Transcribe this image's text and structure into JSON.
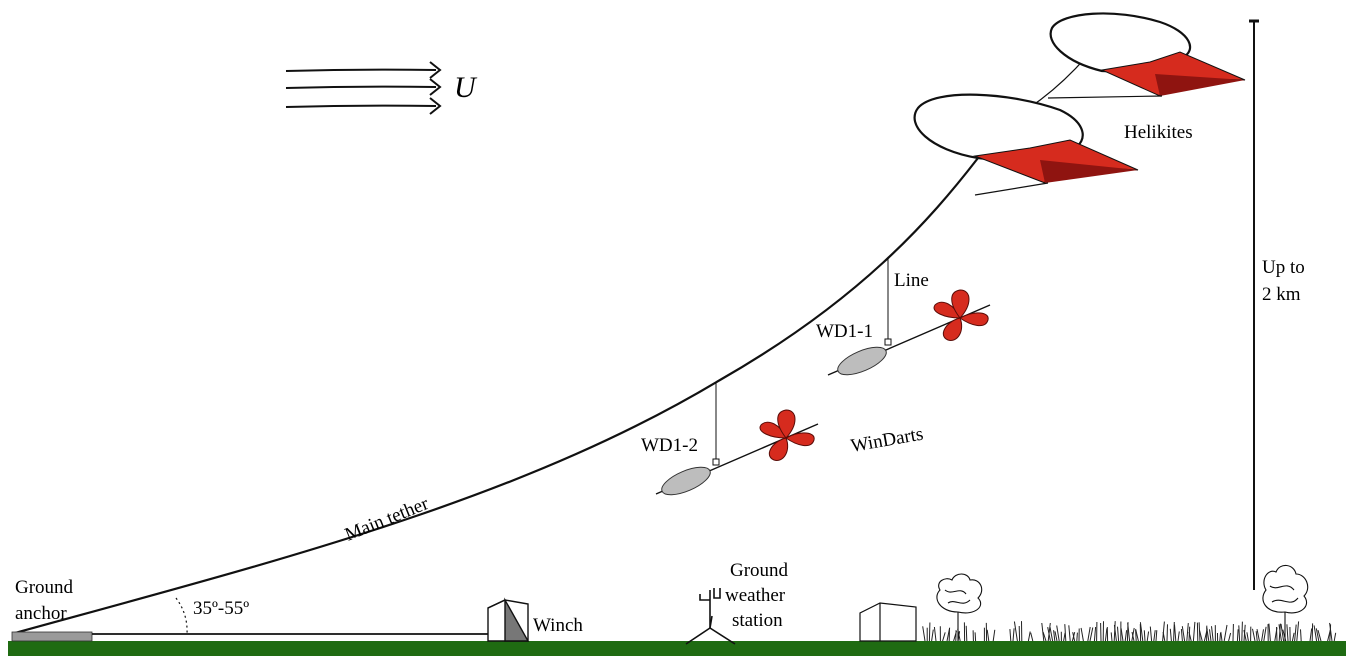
{
  "wind": {
    "symbol": "U"
  },
  "labels": {
    "helikites": "Helikites",
    "height_line1": "Up to",
    "height_line2": "2 km",
    "line": "Line",
    "wd1_1": "WD1-1",
    "wd1_2": "WD1-2",
    "windarts": "WinDarts",
    "main_tether": "Main tether",
    "ground_anchor_line1": "Ground",
    "ground_anchor_line2": "anchor",
    "angle": "35º-55º",
    "winch": "Winch",
    "station_line1": "Ground",
    "station_line2": "weather",
    "station_line3": "station"
  },
  "colors": {
    "ground": "#1f6b12",
    "kite_red": "#d62b1e",
    "kite_dark": "#8f1410",
    "body_gray": "#bdbdbd",
    "ink": "#111111"
  }
}
